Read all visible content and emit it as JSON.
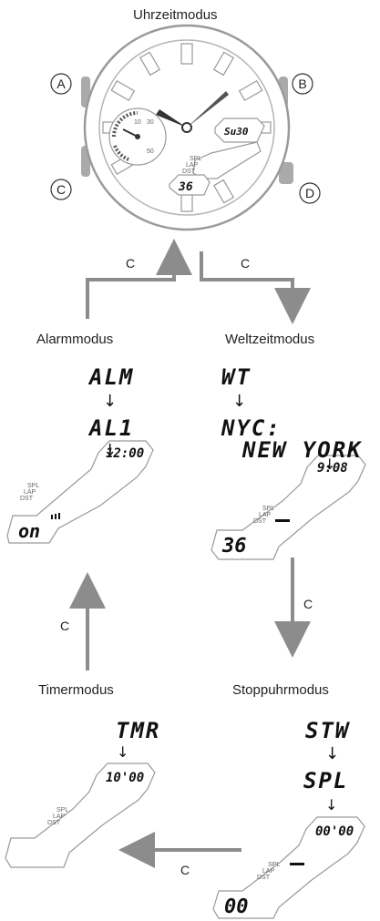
{
  "modes": {
    "time": "Uhrzeitmodus",
    "alarm": "Alarmmodus",
    "world": "Weltzeitmodus",
    "timer": "Timermodus",
    "stopwatch": "Stoppuhrmodus"
  },
  "buttons": {
    "a": "A",
    "b": "B",
    "c": "C",
    "d": "D"
  },
  "arrow_label": "C",
  "watch": {
    "day_date": "Su30",
    "seconds": "36",
    "dial_ticks": [
      "10",
      "30",
      "50"
    ],
    "indicators": [
      "SPL",
      "LAP",
      "DST"
    ]
  },
  "alarm": {
    "line1": "ALM",
    "line2": "AL1",
    "time": "12:00",
    "status": "on"
  },
  "world": {
    "line1": "WT",
    "line2": "NYC:",
    "line3": "NEW YORK",
    "time": "9:08",
    "seconds": "36"
  },
  "timer": {
    "line1": "TMR",
    "time": "10'00"
  },
  "stopwatch": {
    "line1": "STW",
    "line2": "SPL",
    "time": "00'00",
    "seconds": "00"
  },
  "colors": {
    "flow_arrow": "#8c8c8c",
    "outline": "#999999",
    "text": "#222222"
  }
}
